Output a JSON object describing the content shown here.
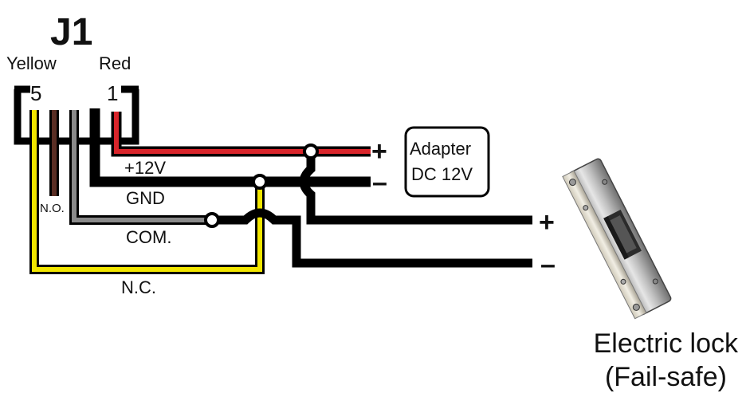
{
  "connector": {
    "title": "J1",
    "left_color_label": "Yellow",
    "right_color_label": "Red",
    "pin_left": "5",
    "pin_right": "1"
  },
  "wires": {
    "no_label": "N.O.",
    "v12_label": "+12V",
    "gnd_label": "GND",
    "com_label": "COM.",
    "nc_label": "N.C."
  },
  "adapter": {
    "line1": "Adapter",
    "line2": "DC 12V",
    "plus": "+",
    "minus": "–"
  },
  "lock": {
    "plus": "+",
    "minus": "–",
    "caption_line1": "Electric lock",
    "caption_line2": "(Fail-safe)"
  },
  "colors": {
    "red_wire": "#d9252b",
    "yellow_wire": "#f2e600",
    "brown_wire": "#5a2e24",
    "gray_wire": "#8a8a8a",
    "black_wire": "#000000"
  }
}
